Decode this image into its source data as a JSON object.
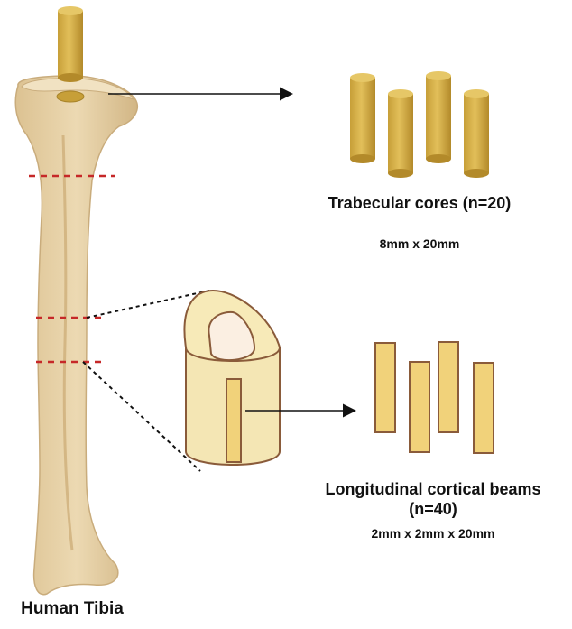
{
  "labels": {
    "trabecular_title": "Trabecular cores (n=20)",
    "trabecular_dims": "8mm x 20mm",
    "cortical_title_line1": "Longitudinal cortical beams",
    "cortical_title_line2": "(n=40)",
    "cortical_dims": "2mm x 2mm x 20mm",
    "bone_label": "Human Tibia"
  },
  "colors": {
    "bone_fill": "#e8d3a8",
    "bone_shade": "#cdb083",
    "core_fill": "#d6b14a",
    "core_dark": "#b8922e",
    "beam_fill": "#f1d27a",
    "beam_stroke": "#8a5b3a",
    "cut_line": "#c62828",
    "section_fill": "#f6e6b0",
    "marrow_fill": "#fbeee0"
  }
}
